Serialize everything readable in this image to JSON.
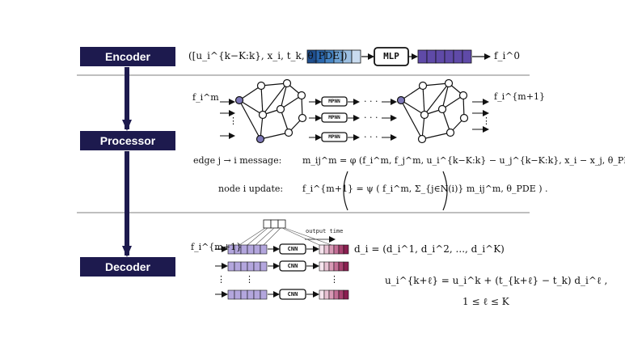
{
  "stages": {
    "encoder": "Encoder",
    "processor": "Processor",
    "decoder": "Decoder"
  },
  "encoder": {
    "input": "([u_i^{k−K:k}, x_i, t_k, θ_PDE])",
    "mlp_label": "MLP",
    "output": "f_i^0"
  },
  "processor": {
    "input_feature": "f_i^m",
    "output_feature": "f_i^{m+1}",
    "mpnn_label": "MPNN",
    "ellipsis": "· · ·",
    "edge_label": "edge j → i message:",
    "edge_formula": "m_ij^m = φ (f_i^m, f_j^m, u_i^{k−K:k} − u_j^{k−K:k}, x_i − x_j, θ_PDE) ,",
    "node_label": "node i update:",
    "node_formula": "f_i^{m+1} = ψ ( f_i^m, Σ_{j∈N(i)} m_ij^m, θ_PDE ) ."
  },
  "decoder": {
    "input_feature": "f_i^{m+1}",
    "output_time_label": "output time",
    "cnn_label": "CNN",
    "d_formula": "d_i = (d_i^1, d_i^2, ..., d_i^K)",
    "update_formula": "u_i^{k+ℓ} = u_i^k + (t_{k+ℓ} − t_k) d_i^ℓ ,",
    "range_formula": "1 ≤ ℓ ≤ K"
  },
  "colors": {
    "stage_box": "#1d1a4e",
    "encoder_input_gradient": [
      "#1f4f8f",
      "#2b67ad",
      "#4684c3",
      "#6fa2d2",
      "#9dc0e2",
      "#c9dbef"
    ],
    "encoder_output": "#5f4aa8",
    "node_purple": "#7d78b8",
    "decoder_input": "#b3a6dd",
    "decoder_output_gradient": [
      "#f6e5ee",
      "#e8c1d3",
      "#d99ab6",
      "#c46f96",
      "#a8426f",
      "#8a1f50"
    ]
  }
}
